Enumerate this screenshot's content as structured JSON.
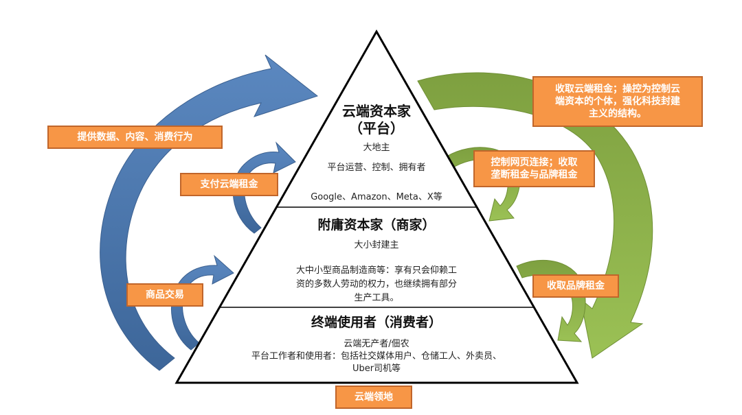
{
  "colors": {
    "blue_arrow": "#4a77b0",
    "green_arrow": "#8db04a",
    "label_fill": "#f79646",
    "label_border": "#c0652a",
    "label_text": "#ffffff",
    "outline": "#000000"
  },
  "pyramid": {
    "top": {
      "title_line1": "云端资本家",
      "title_line2": "（平台）",
      "role": "大地主",
      "desc": "平台运营、控制、拥有者",
      "examples": "Google、Amazon、Meta、X等"
    },
    "middle": {
      "title": "附庸资本家（商家）",
      "role": "大小封建主",
      "desc_line1": "大中小型商品制造商等：享有只会仰赖工",
      "desc_line2": "资的多数人劳动的权力，也继续拥有部分",
      "desc_line3": "生产工具。"
    },
    "bottom": {
      "title": "终端使用者（消费者）",
      "role": "云端无产者/佃农",
      "desc_line1": "平台工作者和使用者：包括社交媒体用户、仓储工人、外卖员、",
      "desc_line2": "Uber司机等"
    },
    "base_label": "云端领地"
  },
  "left_labels": {
    "provide_data": "提供数据、内容、消费行为",
    "pay_rent": "支付云端租金",
    "trade": "商品交易"
  },
  "right_labels": {
    "collect_cloud_rent_line1": "收取云端租金；操控为控制云",
    "collect_cloud_rent_line2": "端资本的个体，强化科技封建",
    "collect_cloud_rent_line3": "主义的结构。",
    "control_links_line1": "控制网页连接；收取",
    "control_links_line2": "垄断租金与品牌租金",
    "brand_rent": "收取品牌租金"
  }
}
